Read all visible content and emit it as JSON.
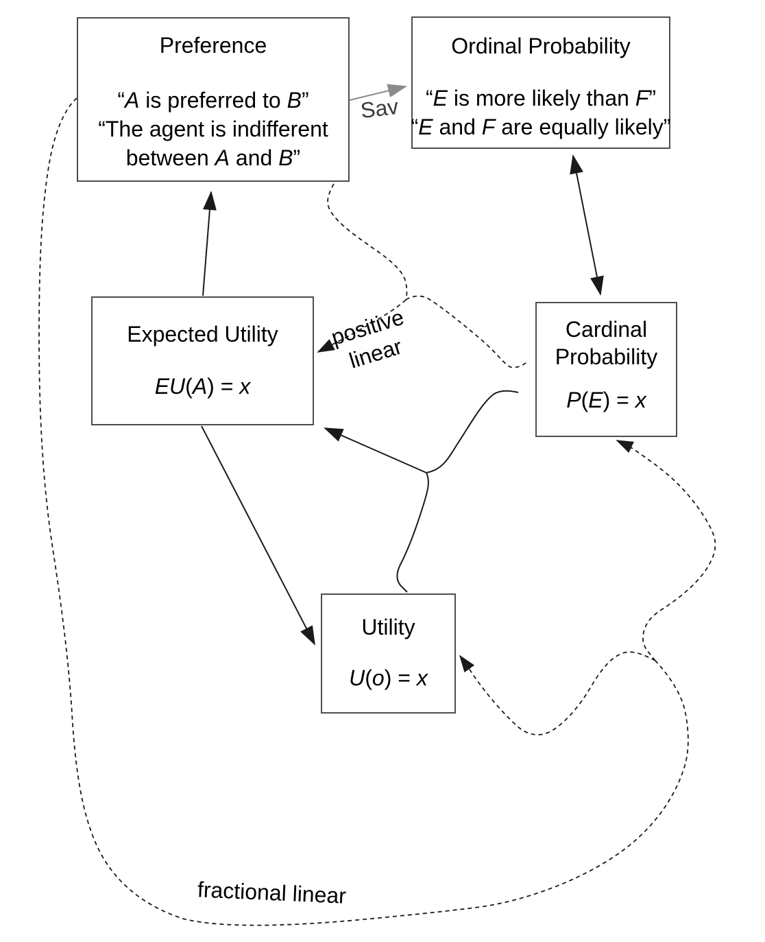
{
  "boxes": {
    "preference": {
      "title": "Preference",
      "lines": [
        "“<i>A</i> is preferred to <i>B</i>”",
        "“The agent is indifferent",
        "between <i>A</i> and <i>B</i>”"
      ]
    },
    "ordinal_probability": {
      "title": "Ordinal Probability",
      "lines": [
        "“<i>E</i> is more likely than <i>F</i>”",
        "“<i>E</i> and <i>F</i> are equally likely”"
      ]
    },
    "expected_utility": {
      "title": "Expected Utility",
      "formula": "<i>EU</i>(<i>A</i>) = <i>x</i>"
    },
    "cardinal_probability": {
      "title": "Cardinal Probability",
      "formula": "<i>P</i>(<i>E</i>) = <i>x</i>"
    },
    "utility": {
      "title": "Utility",
      "formula": "<i>U</i>(<i>o</i>) = <i>x</i>"
    }
  },
  "edge_labels": {
    "sav": "Sav",
    "positive_linear": [
      "positive",
      "linear"
    ],
    "fractional_linear": "fractional linear"
  },
  "colors": {
    "line": "#1a1a1a",
    "box_border": "#4d4d4d",
    "gray_arrow": "#8a8a8a",
    "text": "#000000",
    "background": "#ffffff"
  }
}
